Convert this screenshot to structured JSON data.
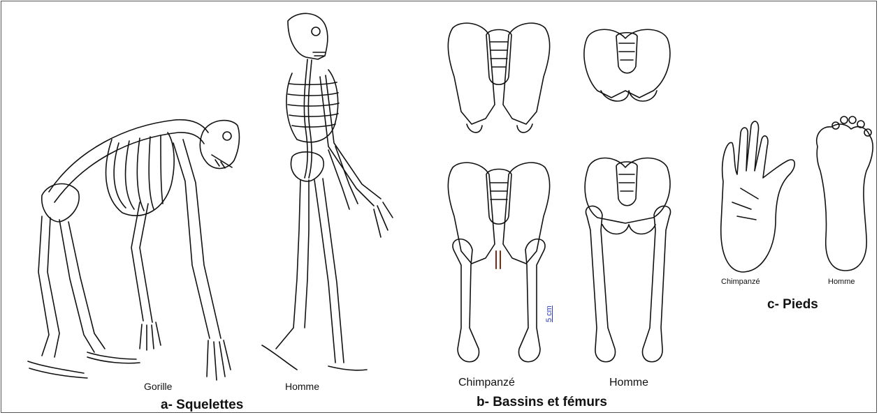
{
  "panel_a": {
    "caption": "a- Squelettes",
    "label_left": "Gorille",
    "label_right": "Homme"
  },
  "panel_b": {
    "caption": "b- Bassins et fémurs",
    "label_left": "Chimpanzé",
    "label_right": "Homme",
    "scale_bar": "5 cm"
  },
  "panel_c": {
    "caption": "c- Pieds",
    "label_left": "Chimpanzé",
    "label_right": "Homme"
  }
}
